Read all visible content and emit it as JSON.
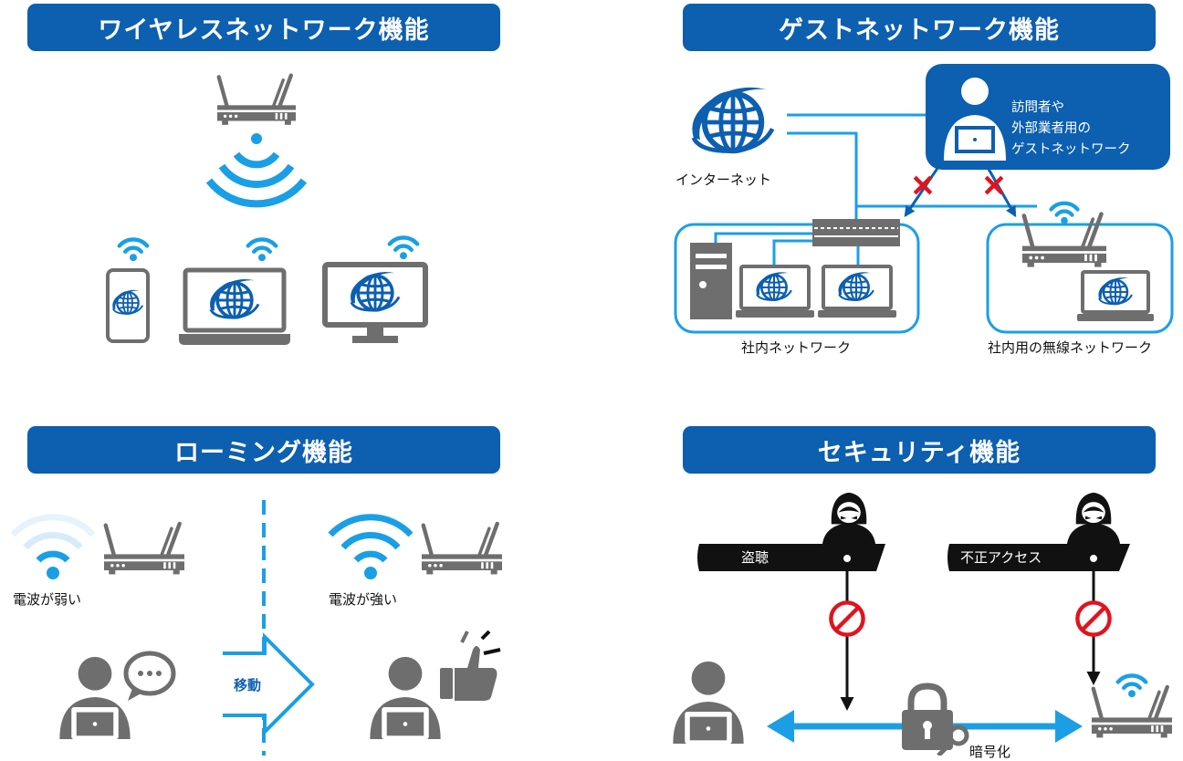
{
  "banners": {
    "wireless": "ワイヤレスネットワーク機能",
    "guest": "ゲストネットワーク機能",
    "roaming": "ローミング機能",
    "security": "セキュリティ機能"
  },
  "guest_section": {
    "internet_label": "インターネット",
    "guest_box_lines": [
      "訪問者や",
      "外部業者用の",
      "ゲストネットワーク"
    ],
    "internal_label": "社内ネットワーク",
    "wireless_internal_label": "社内用の無線ネットワーク"
  },
  "roaming_section": {
    "weak_label": "電波が弱い",
    "strong_label": "電波が強い",
    "move_label": "移動"
  },
  "security_section": {
    "eavesdrop_label": "盗聴",
    "unauthorized_label": "不正アクセス",
    "encryption_label": "暗号化"
  },
  "colors": {
    "banner_blue": "#0d5fb0",
    "wifi_blue": "#1a9fe6",
    "device_gray": "#6e6e6e",
    "block_red": "#e0141e"
  }
}
